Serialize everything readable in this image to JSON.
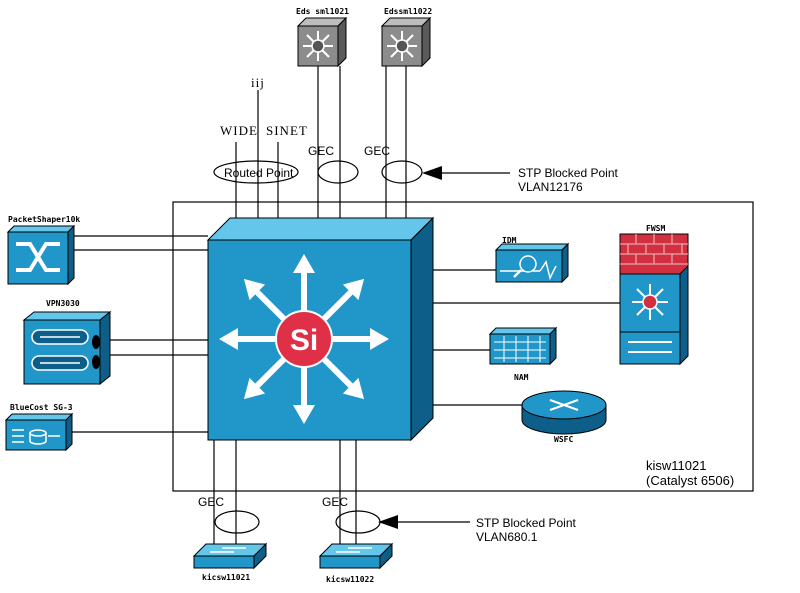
{
  "labels": {
    "dist_switch_1": "Eds sml1021",
    "dist_switch_2": "Edssml1022",
    "iij": "iij",
    "wide": "WIDE",
    "sinet": "SINET",
    "routed_point": "Routed Point",
    "gec_top_1": "GEC",
    "gec_top_2": "GEC",
    "gec_bottom_1": "GEC",
    "gec_bottom_2": "GEC",
    "stp_top_line1": "STP Blocked Point",
    "stp_top_line2": "VLAN12176",
    "stp_bottom_line1": "STP Blocked Point",
    "stp_bottom_line2": "VLAN680.1",
    "packetshaper": "PacketShaper10k",
    "vpn": "VPN3030",
    "bluecoat": "BlueCost SG-3",
    "idm": "IDM",
    "fwsm": "FWSM",
    "nam": "NAM",
    "wsfc": "WSFC",
    "core_name": "kisw11021",
    "core_model": "(Catalyst 6506)",
    "access_switch_1": "kicsw11021",
    "access_switch_2": "kicsw11022",
    "core_logo": "Si"
  },
  "colors": {
    "device_blue": "#2196c8",
    "device_dark": "#0d5f8a",
    "device_light": "#63c6ea",
    "firewall_red": "#d03040",
    "si_red": "#e03048",
    "gray_switch": "#8c8c8c"
  },
  "icons": [
    "multilayer-switch-icon",
    "firewall-module-icon",
    "router-icon",
    "analyzer-icon",
    "vpn-concentrator-icon",
    "cache-engine-icon",
    "workgroup-switch-icon"
  ]
}
